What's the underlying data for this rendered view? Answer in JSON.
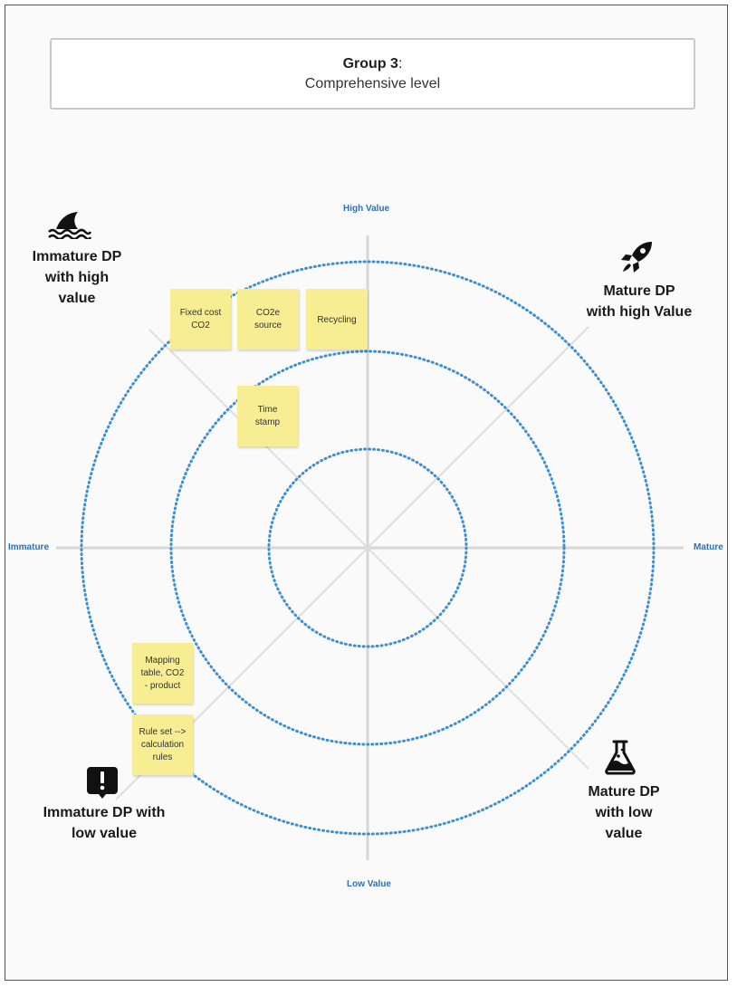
{
  "header": {
    "group_label": "Group 3",
    "group_suffix": ":",
    "level_label": "Comprehensive level"
  },
  "axes": {
    "top": "High Value",
    "bottom": "Low Value",
    "left": "Immature",
    "right": "Mature"
  },
  "quadrants": {
    "top_left": {
      "line1": "Immature DP",
      "line2": "with high",
      "line3": "value",
      "icon": "shark-fin-icon"
    },
    "top_right": {
      "line1": "Mature DP",
      "line2": "with high Value",
      "icon": "rocket-icon"
    },
    "bottom_left": {
      "line1": "Immature DP with",
      "line2": "low value",
      "icon": "exclamation-icon"
    },
    "bottom_right": {
      "line1": "Mature DP",
      "line2": "with low",
      "line3": "value",
      "icon": "flask-icon"
    }
  },
  "sticky_notes": [
    {
      "line1": "Fixed cost",
      "line2": "CO2"
    },
    {
      "line1": "CO2e",
      "line2": "source"
    },
    {
      "line1": "Recycling",
      "line2": ""
    },
    {
      "line1": "Time",
      "line2": "stamp"
    },
    {
      "line1": "Mapping",
      "line2": "table, CO2",
      "line3": "- product"
    },
    {
      "line1": "Rule set -->",
      "line2": "calculation",
      "line3": "rules"
    }
  ],
  "colors": {
    "ring": "#3d8fd1",
    "axis_line": "#d6d6d6",
    "axis_label": "#2f6fb3",
    "sticky": "#f7ee93"
  }
}
